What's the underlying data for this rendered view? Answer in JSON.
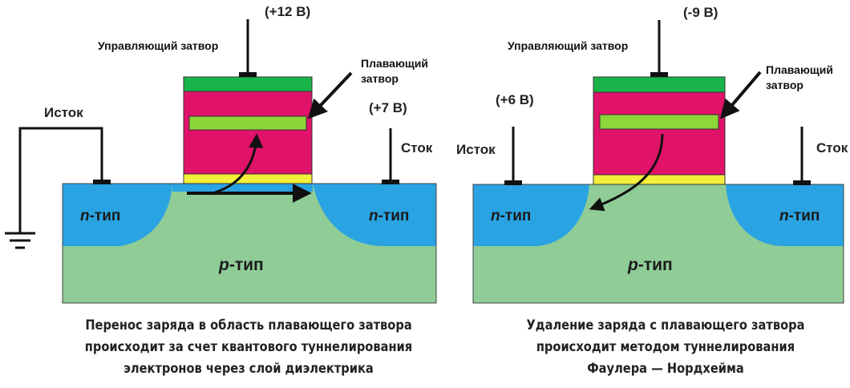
{
  "left": {
    "gate_voltage": "(+12 В)",
    "control_gate_label": "Управляющий затвор",
    "floating_gate_label_line1": "Плавающий",
    "floating_gate_label_line2": "затвор",
    "source_label": "Исток",
    "drain_label": "Сток",
    "drain_voltage": "(+7 В)",
    "n_left_prefix": "n",
    "n_left_suffix": "-тип",
    "n_right_prefix": "n",
    "n_right_suffix": "-тип",
    "p_prefix": "p",
    "p_suffix": "-тип",
    "caption": [
      "Перенос заряда в область плавающего затвора",
      "происходит за счет квантового туннелирования",
      "электронов через слой диэлектрика"
    ]
  },
  "right": {
    "gate_voltage": "(-9 В)",
    "control_gate_label": "Управляющий затвор",
    "floating_gate_label_line1": "Плавающий",
    "floating_gate_label_line2": "затвор",
    "source_label": "Исток",
    "source_voltage": "(+6 В)",
    "drain_label": "Сток",
    "n_left_prefix": "n",
    "n_left_suffix": "-тип",
    "n_right_prefix": "n",
    "n_right_suffix": "-тип",
    "p_prefix": "p",
    "p_suffix": "-тип",
    "caption": [
      "Удаление заряда с плавающего затвора",
      "происходит методом туннелирования",
      "Фаулера — Нордхейма"
    ]
  },
  "colors": {
    "substrate_p": "#8fcc96",
    "n_region": "#2aa3e3",
    "gate_magenta": "#e0126a",
    "control_gate_green": "#19b449",
    "floating_gate_green": "#8cd63a",
    "dielectric_yellow": "#f4ef3a"
  }
}
